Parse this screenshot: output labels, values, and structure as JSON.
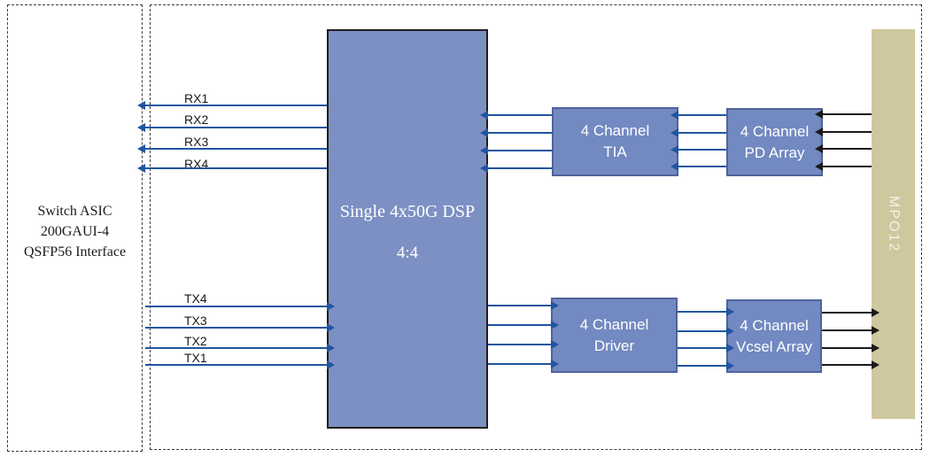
{
  "colors": {
    "block_blue": "#7289c1",
    "block_blue_border": "#4f639b",
    "dsp_blue": "#7d90c3",
    "dsp_border": "#1f1f1f",
    "arrow_blue": "#2155a0",
    "arrow_black": "#1a1a1a",
    "mpo_tan": "#cfc79e",
    "text_dark": "#1a1a1a",
    "text_light": "#ffffff"
  },
  "switch_asic": {
    "line1": "Switch ASIC",
    "line2": "200GAUI-4",
    "line3": "QSFP56 Interface"
  },
  "dsp": {
    "title": "Single 4x50G DSP",
    "ratio": "4:4"
  },
  "tia": {
    "line1": "4 Channel",
    "line2": "TIA"
  },
  "pd_array": {
    "line1": "4 Channel",
    "line2": "PD Array"
  },
  "driver": {
    "line1": "4 Channel",
    "line2": "Driver"
  },
  "vcsel_array": {
    "line1": "4 Channel",
    "line2": "Vcsel Array"
  },
  "mpo": {
    "label": "MPO12"
  },
  "rx_labels": [
    "RX1",
    "RX2",
    "RX3",
    "RX4"
  ],
  "tx_labels": [
    "TX4",
    "TX3",
    "TX2",
    "TX1"
  ]
}
